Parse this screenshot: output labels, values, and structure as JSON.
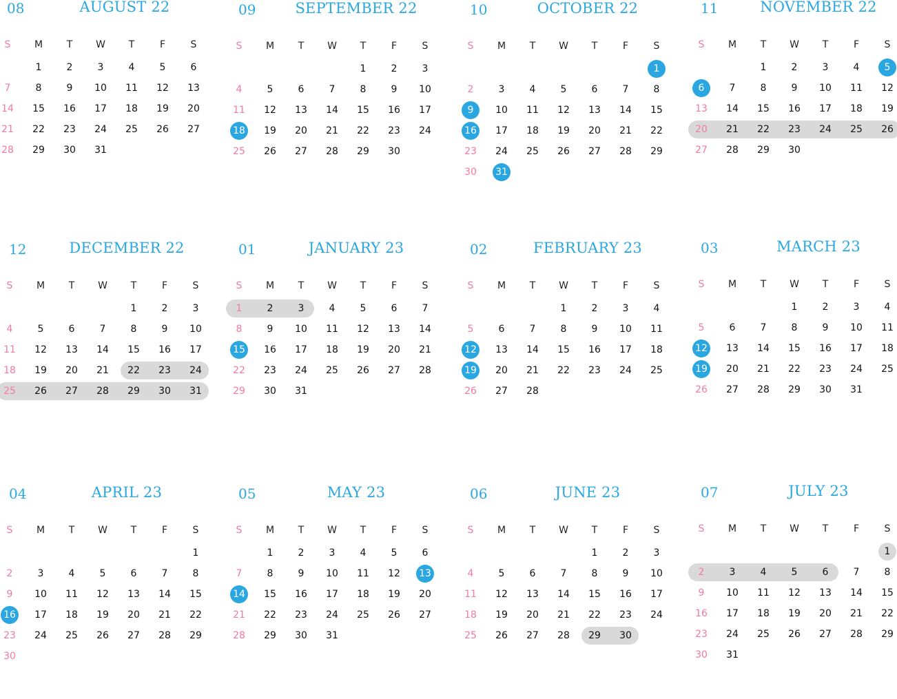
{
  "weekday_headers": [
    "S",
    "M",
    "T",
    "W",
    "T",
    "F",
    "S"
  ],
  "colors": {
    "accent": "#2aa7e1",
    "sunday": "#f07aa3",
    "range": "#d9d9d9"
  },
  "months": [
    {
      "num": "08",
      "name": "AUGUST 22",
      "start": 1,
      "days": 31,
      "circled": [],
      "ranges": []
    },
    {
      "num": "09",
      "name": "SEPTEMBER 22",
      "start": 4,
      "days": 30,
      "circled": [
        18
      ],
      "ranges": []
    },
    {
      "num": "10",
      "name": "OCTOBER 22",
      "start": 6,
      "days": 31,
      "circled": [
        1,
        9,
        16,
        31
      ],
      "ranges": []
    },
    {
      "num": "11",
      "name": "NOVEMBER 22",
      "start": 2,
      "days": 30,
      "circled": [
        5,
        6
      ],
      "ranges": [
        [
          20,
          26
        ]
      ]
    },
    {
      "num": "12",
      "name": "DECEMBER 22",
      "start": 4,
      "days": 31,
      "circled": [],
      "ranges": [
        [
          22,
          24
        ],
        [
          25,
          31
        ]
      ]
    },
    {
      "num": "01",
      "name": "JANUARY 23",
      "start": 0,
      "days": 31,
      "circled": [
        15
      ],
      "ranges": [
        [
          1,
          3
        ]
      ]
    },
    {
      "num": "02",
      "name": "FEBRUARY 23",
      "start": 3,
      "days": 28,
      "circled": [
        12,
        19
      ],
      "ranges": []
    },
    {
      "num": "03",
      "name": "MARCH 23",
      "start": 3,
      "days": 31,
      "circled": [
        12,
        19
      ],
      "ranges": []
    },
    {
      "num": "04",
      "name": "APRIL 23",
      "start": 6,
      "days": 30,
      "circled": [
        16
      ],
      "ranges": []
    },
    {
      "num": "05",
      "name": "MAY 23",
      "start": 1,
      "days": 31,
      "circled": [
        13,
        14
      ],
      "ranges": []
    },
    {
      "num": "06",
      "name": "JUNE 23",
      "start": 4,
      "days": 30,
      "circled": [],
      "ranges": [
        [
          29,
          30
        ]
      ]
    },
    {
      "num": "07",
      "name": "JULY 23",
      "start": 6,
      "days": 31,
      "circled": [],
      "ranges": [
        [
          1,
          1
        ],
        [
          2,
          6
        ]
      ]
    }
  ]
}
